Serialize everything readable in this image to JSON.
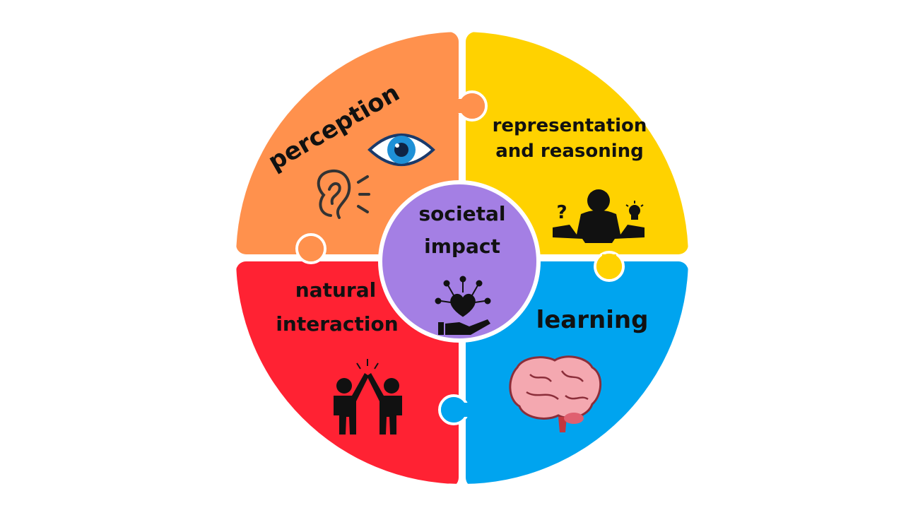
{
  "diagram": {
    "pieces": [
      {
        "id": "perception",
        "label": "perception",
        "color": "#FF914D",
        "icons": [
          "eye-icon",
          "ear-icon"
        ]
      },
      {
        "id": "representation",
        "label_lines": [
          "representation",
          "and reasoning"
        ],
        "color": "#FFD200",
        "icons": [
          "person-thinking-icon",
          "question-mark-icon",
          "lightbulb-icon"
        ]
      },
      {
        "id": "natural-interaction",
        "label_lines": [
          "natural",
          "interaction"
        ],
        "color": "#FF2233",
        "icons": [
          "high-five-icon"
        ]
      },
      {
        "id": "learning",
        "label": "learning",
        "color": "#00A4EF",
        "icons": [
          "brain-icon"
        ]
      }
    ],
    "center": {
      "label_lines": [
        "societal",
        "impact"
      ],
      "color": "#A47FE4",
      "icon": "heart-hand-network-icon"
    }
  }
}
